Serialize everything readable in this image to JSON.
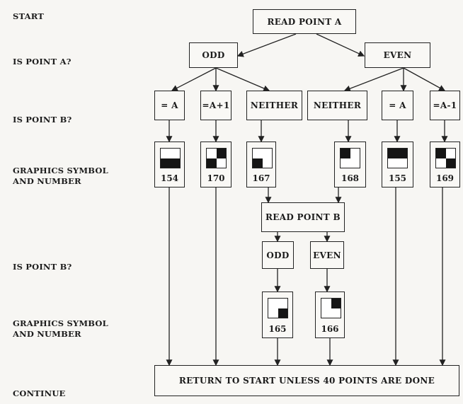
{
  "row_labels": {
    "start": "START",
    "is_point_a": "IS POINT A?",
    "is_point_b_1": "IS POINT B?",
    "graphics_1": "GRAPHICS SYMBOL\nAND NUMBER",
    "is_point_b_2": "IS POINT B?",
    "graphics_2": "GRAPHICS SYMBOL\nAND NUMBER",
    "continue": "CONTINUE"
  },
  "nodes": {
    "read_point_a": "READ POINT A",
    "a_odd": "ODD",
    "a_even": "EVEN",
    "odd_eq_a": "= A",
    "odd_eq_a_plus_1": "=A+1",
    "odd_neither": "NEITHER",
    "even_neither": "NEITHER",
    "even_eq_a": "= A",
    "even_eq_a_minus_1": "=A-1",
    "read_point_b": "READ POINT B",
    "b_odd": "ODD",
    "b_even": "EVEN",
    "return": "RETURN TO START UNLESS 40 POINTS ARE DONE"
  },
  "symbols": {
    "s154": {
      "number": "154",
      "filled": "bottom-half"
    },
    "s170": {
      "number": "170",
      "filled": "top-right, bottom-left"
    },
    "s167": {
      "number": "167",
      "filled": "bottom-left"
    },
    "s168": {
      "number": "168",
      "filled": "top-left"
    },
    "s155": {
      "number": "155",
      "filled": "top-half"
    },
    "s169": {
      "number": "169",
      "filled": "top-left, bottom-right"
    },
    "s165": {
      "number": "165",
      "filled": "bottom-right"
    },
    "s166": {
      "number": "166",
      "filled": "top-right"
    }
  }
}
